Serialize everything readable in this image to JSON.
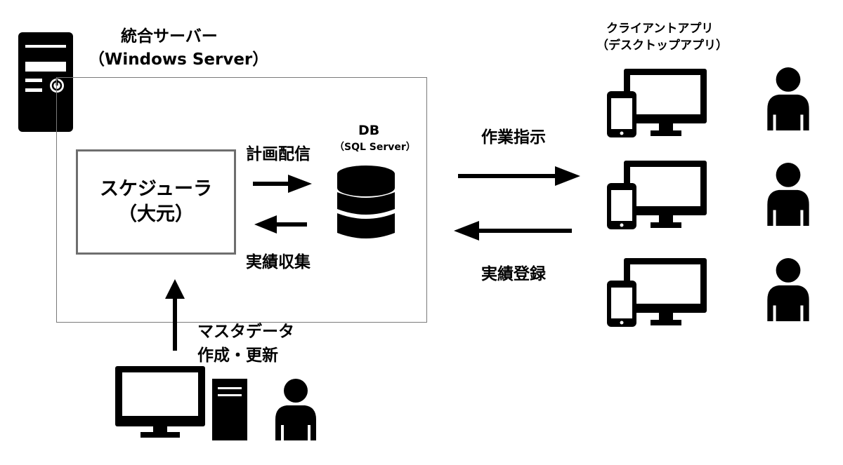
{
  "server": {
    "title": "統合サーバー",
    "subtitle": "（Windows Server）"
  },
  "scheduler": {
    "line1": "スケジューラ",
    "line2": "（大元）"
  },
  "db": {
    "title": "DB",
    "subtitle": "（SQL Server）"
  },
  "flows": {
    "plan_delivery": "計画配信",
    "result_collection": "実績収集",
    "work_instruction": "作業指示",
    "result_registration": "実績登録",
    "master_line1": "マスタデータ",
    "master_line2": "作成・更新"
  },
  "client": {
    "title": "クライアントアプリ",
    "subtitle": "（デスクトップアプリ）"
  },
  "icons": {
    "server_tower": "server-tower-icon",
    "database": "database-icon",
    "monitor_phone": "monitor-phone-icon",
    "person": "person-icon",
    "desktop_pc": "desktop-pc-icon"
  },
  "colors": {
    "ink": "#000000",
    "box_border": "#6e6e6e",
    "background": "#ffffff"
  }
}
